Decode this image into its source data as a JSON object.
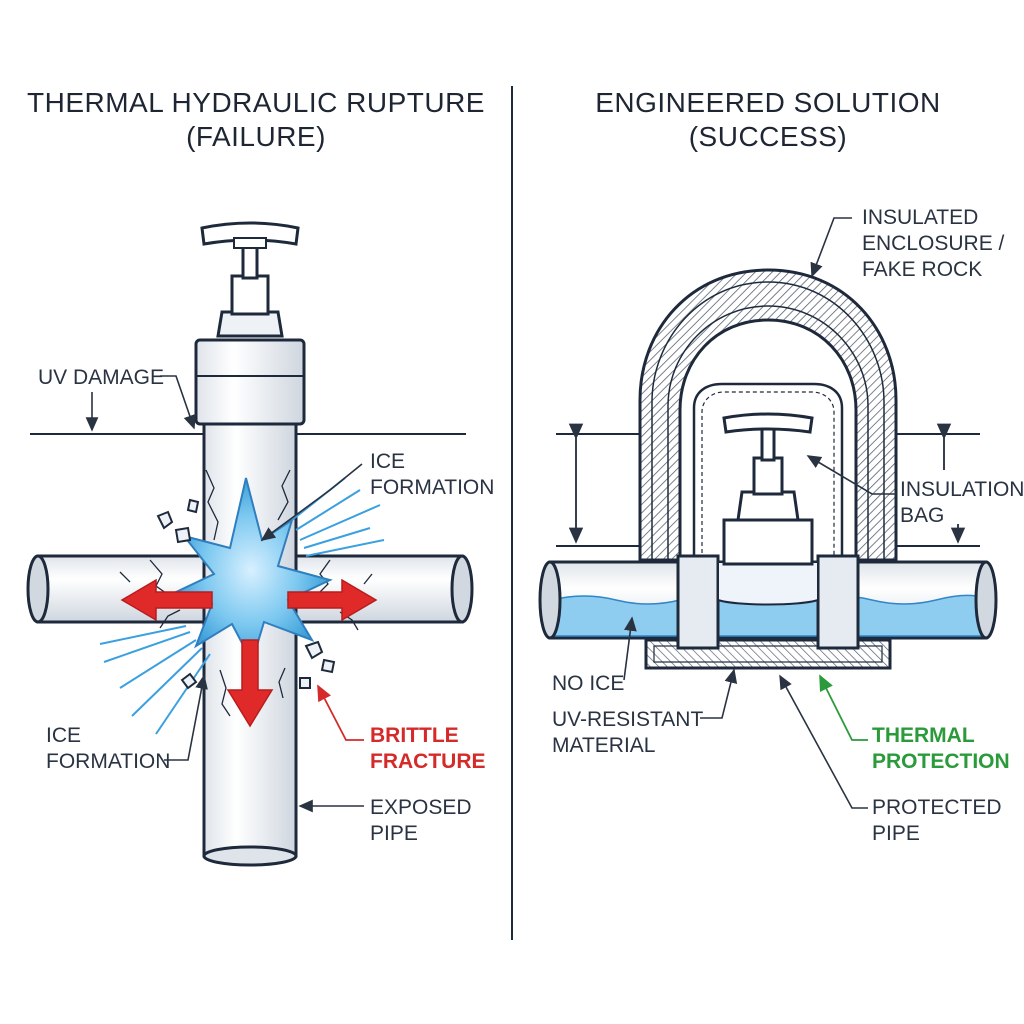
{
  "left_panel": {
    "title_line1": "THERMAL HYDRAULIC RUPTURE",
    "title_line2": "(FAILURE)",
    "labels": {
      "uv_damage": "UV DAMAGE",
      "ice_formation_top_line1": "ICE",
      "ice_formation_top_line2": "FORMATION",
      "ice_formation_left_line1": "ICE",
      "ice_formation_left_line2": "FORMATION",
      "brittle_line1": "BRITTLE",
      "brittle_line2": "FRACTURE",
      "exposed_line1": "EXPOSED",
      "exposed_line2": "PIPE"
    }
  },
  "right_panel": {
    "title_line1": "ENGINEERED SOLUTION",
    "title_line2": "(SUCCESS)",
    "labels": {
      "enclosure_line1": "INSULATED",
      "enclosure_line2": "ENCLOSURE /",
      "enclosure_line3": "FAKE ROCK",
      "bag_line1": "INSULATION",
      "bag_line2": "BAG",
      "no_ice": "NO ICE",
      "uv_resistant_line1": "UV-RESISTANT",
      "uv_resistant_line2": "MATERIAL",
      "thermal_line1": "THERMAL",
      "thermal_line2": "PROTECTION",
      "protected_line1": "PROTECTED",
      "protected_line2": "PIPE"
    }
  },
  "colors": {
    "outline": "#1e2a3c",
    "ice": "#5fb8ea",
    "water": "#7cc3ea",
    "arrow_red": "#e02a2a",
    "label_red": "#d42a2a",
    "label_green": "#2a9a3a"
  }
}
